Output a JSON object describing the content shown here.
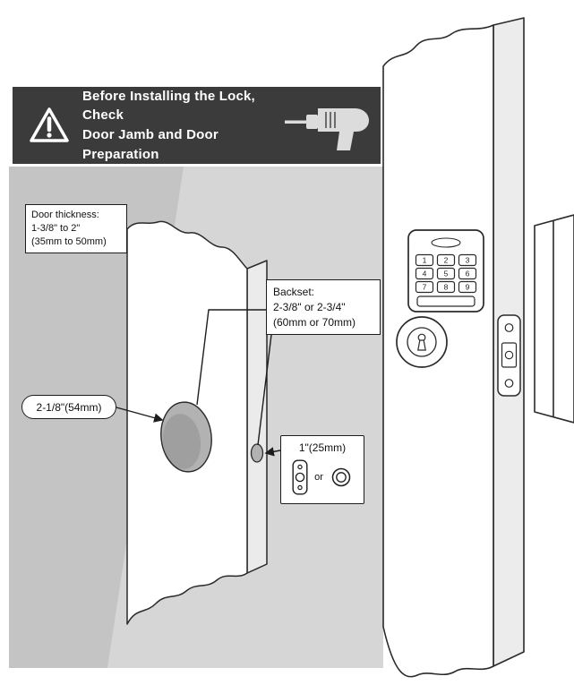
{
  "banner": {
    "line1": "Before Installing the Lock, Check",
    "line2": "Door Jamb and Door Preparation"
  },
  "callouts": {
    "door_thickness": {
      "line1": "Door thickness:",
      "line2": "1-3/8\" to 2\"",
      "line3": "(35mm to 50mm)"
    },
    "backset": {
      "line1": "Backset:",
      "line2": "2-3/8\" or 2-3/4\"",
      "line3": "(60mm or 70mm)"
    },
    "bore_hole": "2-1/8\"(54mm)",
    "cross_bore": "1\"(25mm)",
    "or_label": "or"
  },
  "lock": {
    "keypad": [
      "1",
      "2",
      "3",
      "4",
      "5",
      "6",
      "7",
      "8",
      "9"
    ]
  },
  "colors": {
    "banner_bg": "#3b3b3b",
    "wall": "#c4c4c4",
    "wall_light": "#d6d6d6",
    "line": "#2a2a2a",
    "hole_fill": "#b2b2b2"
  }
}
